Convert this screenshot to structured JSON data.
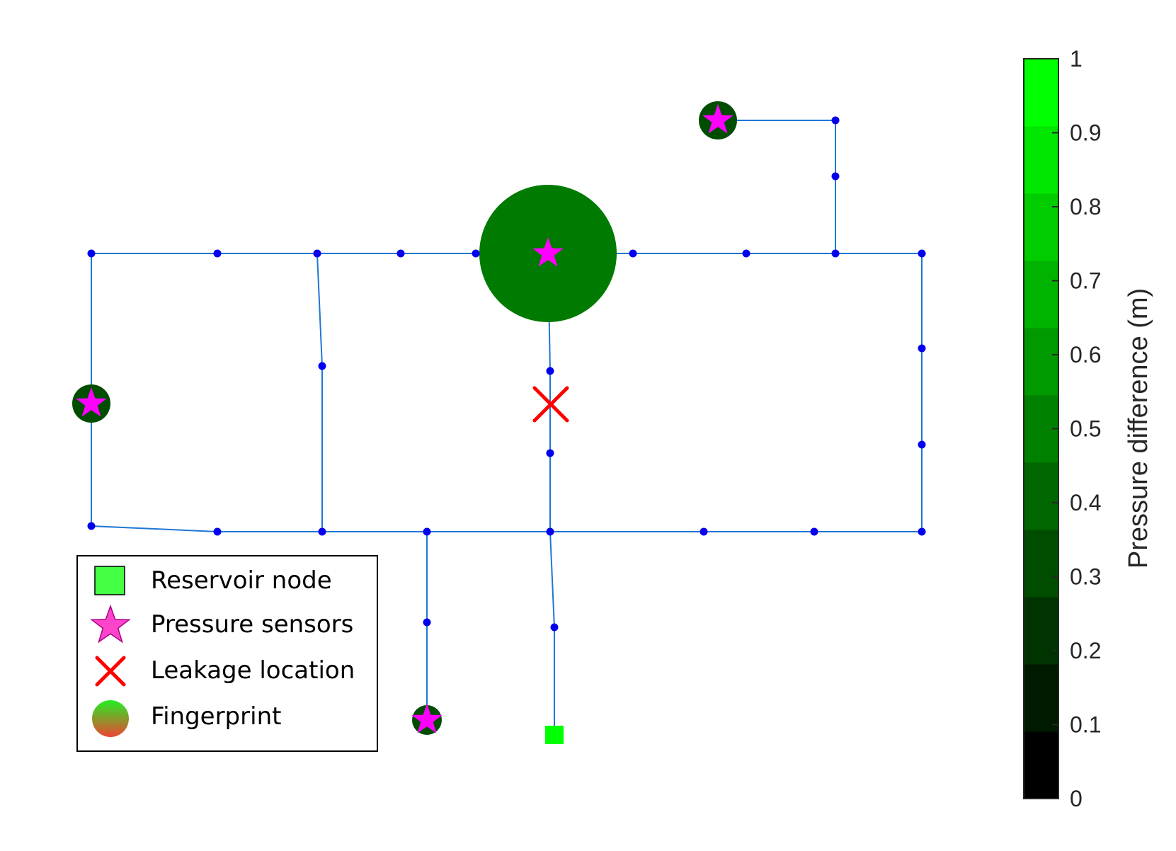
{
  "legend": {
    "items": [
      {
        "label": "Reservoir node",
        "symbol": "square",
        "color": "#44FF44"
      },
      {
        "label": "Pressure sensors",
        "symbol": "star",
        "color": "#FF44CC"
      },
      {
        "label": "Leakage location",
        "symbol": "cross",
        "color": "#FF0000"
      },
      {
        "label": "Fingerprint",
        "symbol": "circle-gradient",
        "colors": [
          "#22DD22",
          "#EE4433"
        ]
      }
    ]
  },
  "colorbar": {
    "label": "Pressure difference (m)",
    "ticks": [
      "0",
      "0.1",
      "0.2",
      "0.3",
      "0.4",
      "0.5",
      "0.6",
      "0.7",
      "0.8",
      "0.9",
      "1"
    ],
    "colors": [
      "#000000",
      "#001a00",
      "#003300",
      "#004d00",
      "#006600",
      "#008000",
      "#009900",
      "#00b300",
      "#00cc00",
      "#00e600",
      "#00ff00"
    ]
  },
  "network": {
    "pipe_color": "#1f77d4",
    "node_color": "#0000ee",
    "sensor_color": "#ff00ff",
    "leak_color": "#ff0000",
    "reservoir_color": "#00ff00"
  }
}
